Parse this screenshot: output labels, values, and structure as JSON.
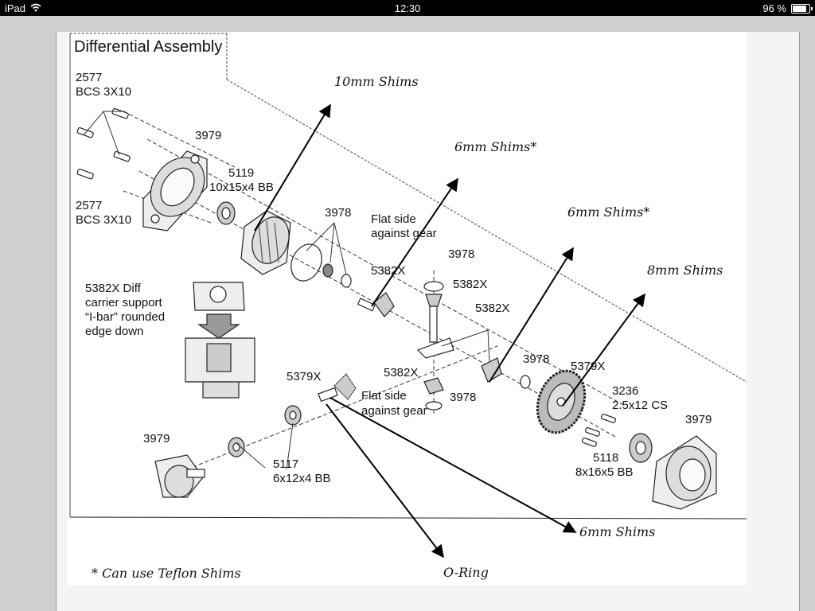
{
  "status_bar": {
    "device": "iPad",
    "time": "12:30",
    "battery": "96 %",
    "battery_level": 0.96
  },
  "document": {
    "title": "Differential Assembly",
    "labels": {
      "p2577a_num": "2577",
      "p2577a_desc": "BCS 3X10",
      "p3979_top": "3979",
      "p5119_num": "5119",
      "p5119_desc": "10x15x4 BB",
      "p2577b_num": "2577",
      "p2577b_desc": "BCS 3X10",
      "p3978_top": "3978",
      "flat1_l1": "Flat side",
      "flat1_l2": "against gear",
      "p3978_a": "3978",
      "p5382x_a": "5382X",
      "p5382x_b": "5382X",
      "p5382x_c": "5382X",
      "carrier_l1": "5382X Diff",
      "carrier_l2": "carrier support",
      "carrier_l3": "“I-bar” rounded",
      "carrier_l4": "edge down",
      "p3978_mid": "3978",
      "p5379x_a": "5379X",
      "p5379x_b": "5379X",
      "p5382x_d": "5382X",
      "flat2_l1": "Flat side",
      "flat2_l2": "against gear",
      "p3978_b": "3978",
      "p3236_num": "3236",
      "p3236_desc": "2.5x12 CS",
      "p3979_right": "3979",
      "p3979_left": "3979",
      "p5117_num": "5117",
      "p5117_desc": "6x12x4 BB",
      "p5118_num": "5118",
      "p5118_desc": "8x16x5 BB"
    },
    "annotations": {
      "shims10": "10mm Shims",
      "shims6_top": "6mm Shims*",
      "shims6_mid": "6mm Shims*",
      "shims8": "8mm Shims",
      "shims6_bottom": "6mm Shims",
      "oring": "O-Ring",
      "footnote": "* Can use Teflon Shims"
    }
  }
}
